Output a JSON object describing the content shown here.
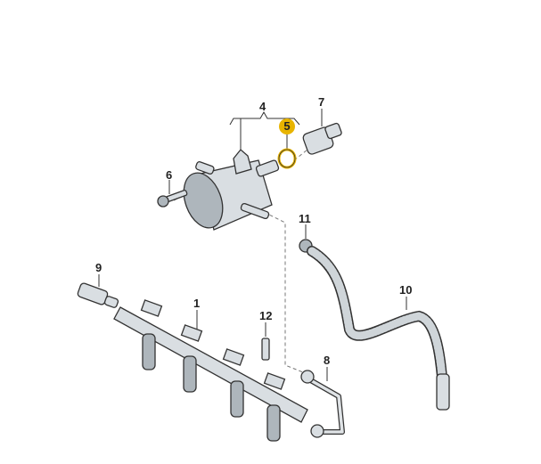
{
  "callouts": {
    "c1": "1",
    "c4": "4",
    "c5": "5",
    "c6": "6",
    "c7": "7",
    "c8": "8",
    "c9": "9",
    "c10": "10",
    "c11": "11",
    "c12": "12"
  },
  "colors": {
    "highlight": "#e8b400"
  }
}
